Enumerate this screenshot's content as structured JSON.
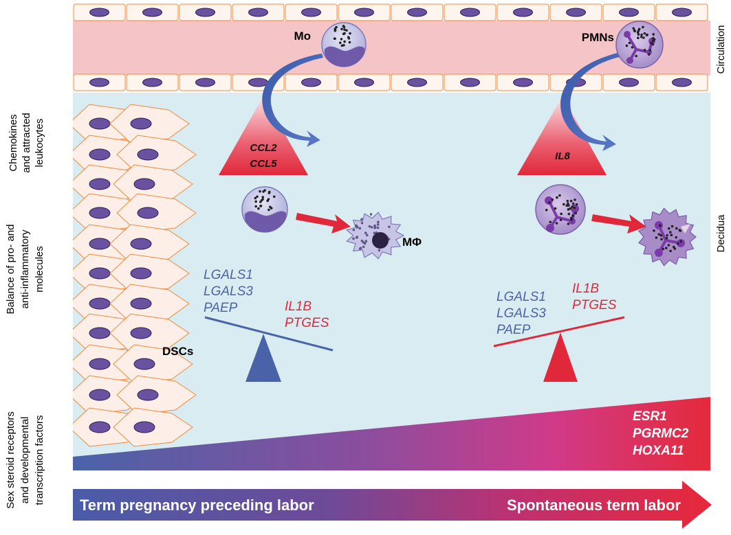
{
  "side_labels": {
    "left_top": [
      "Chemokines",
      "and attracted",
      "leukocytes"
    ],
    "left_mid": [
      "Balance of pro- and",
      "anti-inflammatory",
      "molecules"
    ],
    "left_bottom": [
      "Sex steroid receptors",
      "and developmental",
      "transcription factors"
    ],
    "right_top": "Circulation",
    "right_mid": "Decidua"
  },
  "cells": {
    "monocyte": "Mo",
    "neutrophil": "PMNs",
    "macrophage": "MΦ",
    "decidual_stromal": "DSCs"
  },
  "chemokines": {
    "left": [
      "CCL2",
      "CCL5"
    ],
    "right": "IL8"
  },
  "balance_left": {
    "anti": [
      "LGALS1",
      "LGALS3",
      "PAEP"
    ],
    "pro": [
      "IL1B",
      "PTGES"
    ]
  },
  "balance_right": {
    "anti": [
      "LGALS1",
      "LGALS3",
      "PAEP"
    ],
    "pro": [
      "IL1B",
      "PTGES"
    ]
  },
  "gradient_genes": [
    "ESR1",
    "PGRMC2",
    "HOXA11"
  ],
  "timeline": {
    "left": "Term pregnancy preceding labor",
    "right": "Spontaneous term labor"
  },
  "colors": {
    "blue": "#4a63a8",
    "red": "#e0283a",
    "purple": "#7a5aa8",
    "decidua_bg": "#d9ecf1",
    "vessel_bg": "#f4c4c6"
  }
}
